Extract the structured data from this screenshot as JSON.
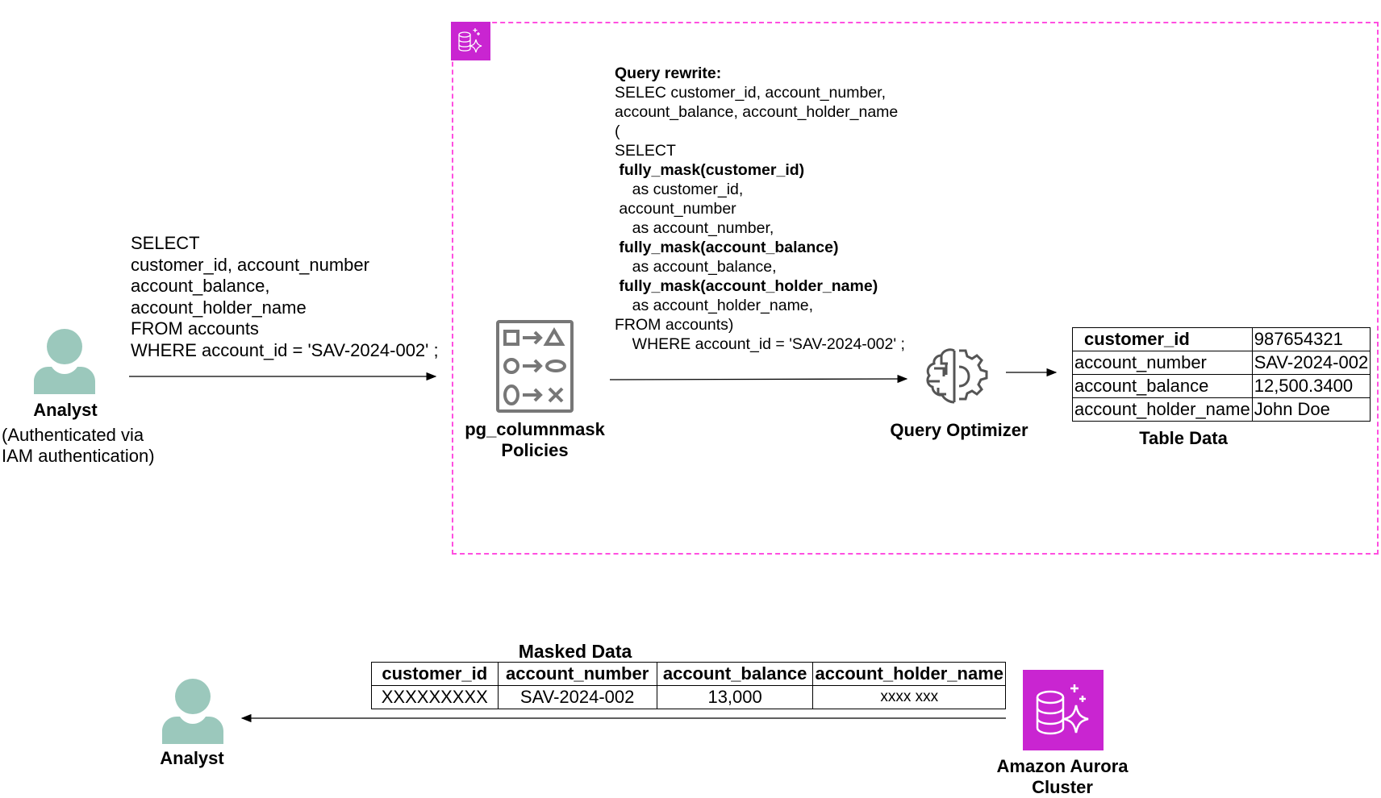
{
  "analyst_top": {
    "label": "Analyst",
    "sublabel_lines": [
      "(Authenticated via",
      "IAM authentication)"
    ]
  },
  "user_query": {
    "lines": [
      "SELECT",
      "customer_id, account_number",
      "account_balance,",
      "account_holder_name",
      "FROM accounts",
      "WHERE account_id = 'SAV-2024-002' ;"
    ]
  },
  "policies": {
    "label_lines": [
      "pg_columnmask",
      "Policies"
    ],
    "icon": "shape-transform-icon"
  },
  "query_rewrite": {
    "lines": [
      {
        "text": "Query rewrite:",
        "bold": true
      },
      {
        "text": "SELEC customer_id, account_number,",
        "bold": false
      },
      {
        "text": "account_balance, account_holder_name",
        "bold": false
      },
      {
        "text": "(",
        "bold": false
      },
      {
        "text": "SELECT",
        "bold": false
      },
      {
        "text": " fully_mask(customer_id)",
        "bold": true
      },
      {
        "text": "    as customer_id,",
        "bold": false
      },
      {
        "text": " account_number",
        "bold": false
      },
      {
        "text": "    as account_number,",
        "bold": false
      },
      {
        "text": " fully_mask(account_balance)",
        "bold": true
      },
      {
        "text": "    as account_balance,",
        "bold": false
      },
      {
        "text": " fully_mask(account_holder_name)",
        "bold": true
      },
      {
        "text": "    as account_holder_name,",
        "bold": false
      },
      {
        "text": "FROM accounts)",
        "bold": false
      },
      {
        "text": "    WHERE account_id = 'SAV-2024-002' ;",
        "bold": false
      }
    ]
  },
  "optimizer": {
    "label": "Query Optimizer",
    "icon": "brain-gear-icon"
  },
  "table_data": {
    "label": "Table Data",
    "rows": [
      {
        "field": "customer_id",
        "value": "987654321"
      },
      {
        "field": "account_number",
        "value": "SAV-2024-002"
      },
      {
        "field": "account_balance",
        "value": "12,500.3400"
      },
      {
        "field": "account_holder_name",
        "value": "John Doe"
      }
    ]
  },
  "masked_data": {
    "label": "Masked Data",
    "headers": [
      "customer_id",
      "account_number",
      "account_balance",
      "account_holder_name"
    ],
    "row": [
      "XXXXXXXXX",
      "SAV-2024-002",
      "13,000",
      "xxxx xxx"
    ]
  },
  "aurora": {
    "label_lines": [
      "Amazon Aurora",
      "Cluster"
    ],
    "icon": "aurora-database-icon"
  },
  "analyst_bottom": {
    "label": "Analyst"
  },
  "colors": {
    "aurora": "#c925d1",
    "boundary": "#ff4fe0",
    "user": "#9bc8bc",
    "icon_gray": "#777777"
  }
}
